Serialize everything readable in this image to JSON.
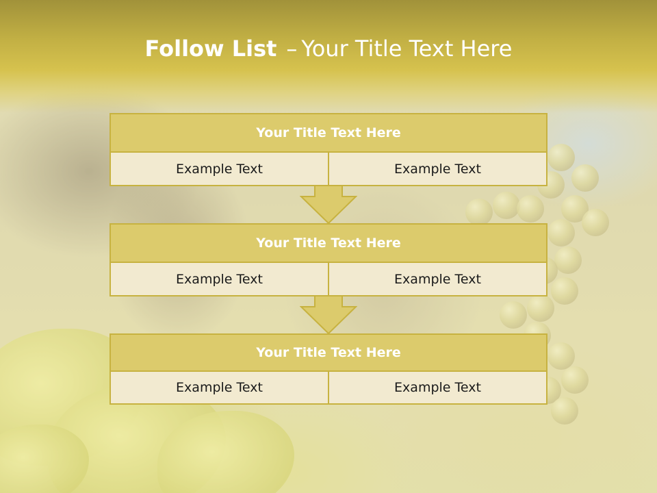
{
  "slide": {
    "title_bold": "Follow List",
    "title_separator": "–",
    "title_rest": "Your Title Text Here"
  },
  "steps": [
    {
      "title": "Your Title Text Here",
      "left": "Example Text",
      "right": "Example Text"
    },
    {
      "title": "Your Title Text Here",
      "left": "Example Text",
      "right": "Example Text"
    },
    {
      "title": "Your Title Text Here",
      "left": "Example Text",
      "right": "Example Text"
    }
  ],
  "colors": {
    "accent": "#c7b240",
    "header_fill": "#dccb6c",
    "cell_fill": "#f2ead0",
    "title_text": "#ffffff",
    "cell_text": "#1a1a1a"
  }
}
